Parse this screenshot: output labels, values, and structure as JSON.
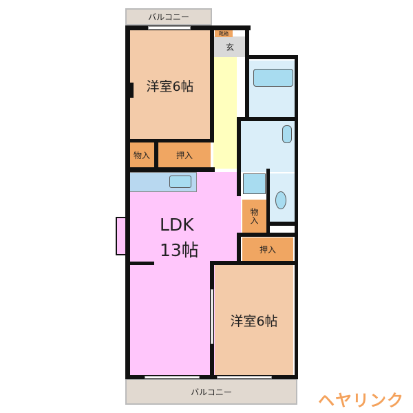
{
  "rooms": {
    "balcony_top": "バルコニー",
    "western_room_1": "洋室6帖",
    "closet_1": "物入",
    "oshiire_1": "押入",
    "shoe_box": "靴箱",
    "entrance": "玄",
    "ldk_name": "LDK",
    "ldk_size": "13帖",
    "closet_2": "物入",
    "oshiire_2": "押入",
    "western_room_2": "洋室6帖",
    "balcony_bottom": "バルコニー"
  },
  "logo": "ヘヤリンク",
  "colors": {
    "western": "#f3cba9",
    "storage": "#f0a662",
    "ldk": "#ffc6fb",
    "corridor": "#ffffbe",
    "wet": "#daeef9",
    "balcony": "#e1d9d0",
    "entrance": "#d9d9d9",
    "logo": "#f4a25c"
  }
}
